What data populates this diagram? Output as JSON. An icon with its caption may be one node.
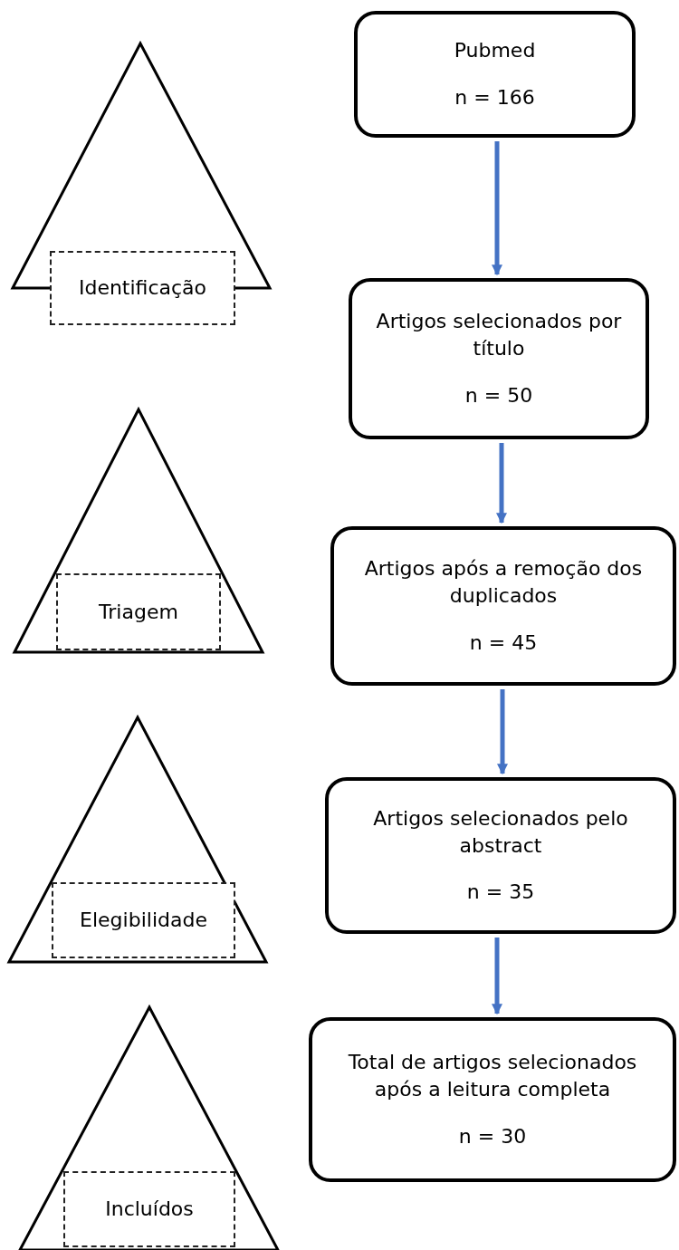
{
  "diagram": {
    "nodes": [
      {
        "text": [
          "Pubmed",
          "n = 166"
        ]
      },
      {
        "text": [
          "Identificação"
        ]
      },
      {
        "text": [
          "Artigos selecionados por título",
          "n = 50"
        ]
      },
      {
        "text": [
          "Triagem"
        ]
      },
      {
        "text": [
          "Artigos após a remoção dos duplicados",
          "n = 45"
        ]
      },
      {
        "text": [
          "Elegibilidade"
        ]
      },
      {
        "text": [
          "Artigos selecionados pelo abstract",
          "n = 35"
        ]
      },
      {
        "text": [
          "Total de artigos selecionados após a leitura completa",
          "n = 30"
        ]
      },
      {
        "text": [
          "Incluídos"
        ]
      }
    ],
    "edges": [
      {
        "from": 0,
        "to": 2,
        "arrow": "to"
      },
      {
        "from": 2,
        "to": 4,
        "arrow": "to"
      },
      {
        "from": 4,
        "to": 6,
        "arrow": "to"
      },
      {
        "from": 6,
        "to": 7,
        "arrow": "to"
      }
    ]
  }
}
